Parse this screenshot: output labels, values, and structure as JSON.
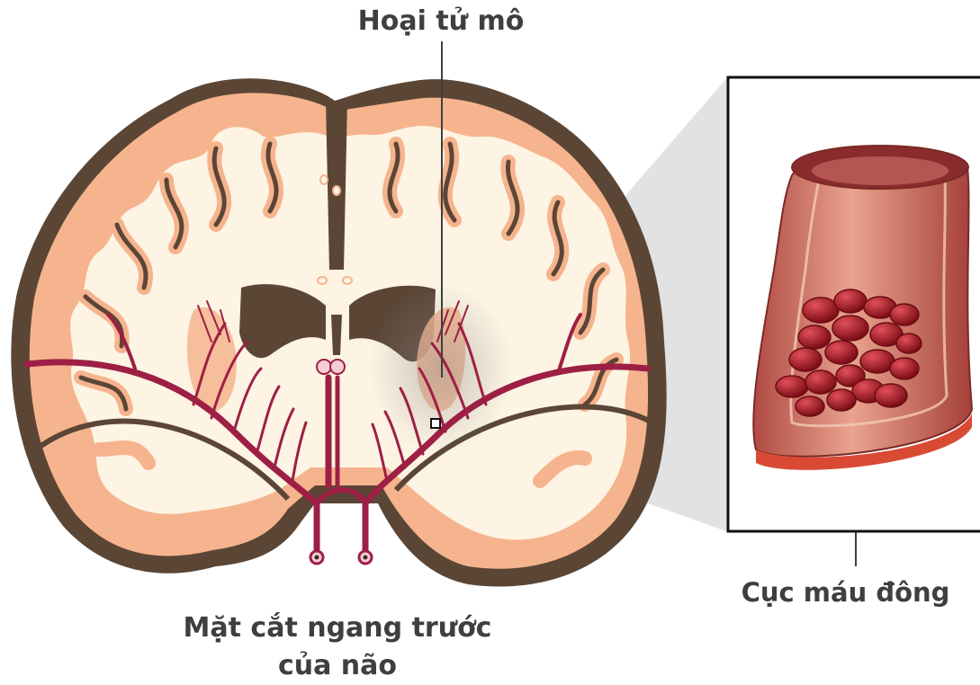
{
  "labels": {
    "necrosis": "Hoại tử mô",
    "clot": "Cục máu đông",
    "section_line1": "Mặt cắt ngang trước",
    "section_line2": "của não"
  },
  "colors": {
    "outline": "#5b4636",
    "cortex": "#f6b48e",
    "white_matter": "#fdf4e3",
    "artery": "#9e1f45",
    "vessel_wall": "#c8675c",
    "clot": "#a0141e",
    "zoom": "#d9d9d9",
    "text": "#3f3f3f"
  }
}
